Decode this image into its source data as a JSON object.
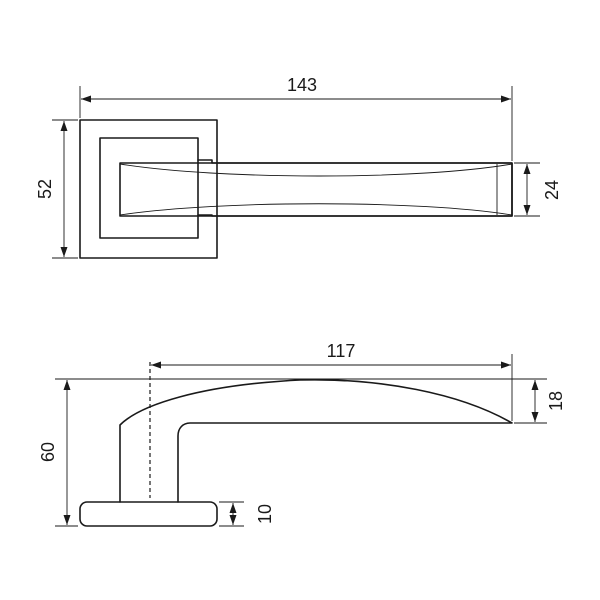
{
  "drawing": {
    "line_color": "#1a1a1a",
    "background": "#ffffff"
  },
  "top_view": {
    "overall_length": "143",
    "rose_height": "52",
    "lever_width": "24"
  },
  "side_view": {
    "lever_length": "117",
    "total_height": "60",
    "lever_thickness": "18",
    "rose_thickness": "10"
  }
}
